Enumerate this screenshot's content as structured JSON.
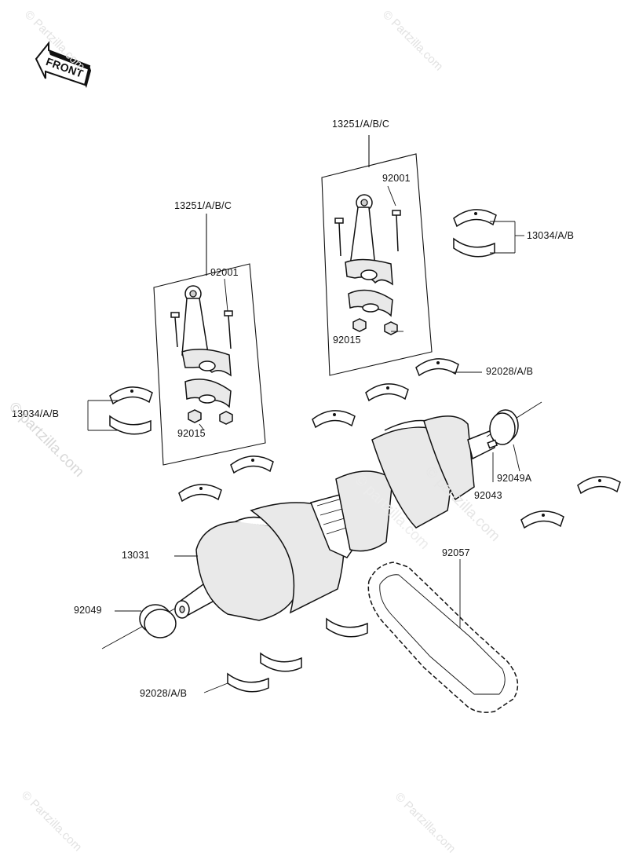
{
  "front_label": "FRONT",
  "watermarks": {
    "left": "© partzilla.com",
    "right": "© partzilla.com",
    "mid": "© partzilla.com",
    "top_left": "© Partzilla.com",
    "top_right": "© Partzilla.com",
    "bottom_left": "© Partzilla.com",
    "bottom_right": "© Partzilla.com"
  },
  "labels": {
    "conrod_set_right": "13251/A/B/C",
    "conrod_set_left": "13251/A/B/C",
    "bolt_right": "92001",
    "bolt_left": "92001",
    "nut_right": "92015",
    "nut_left": "92015",
    "bearing_13034_right": "13034/A/B",
    "bearing_13034_left": "13034/A/B",
    "bearing_92028_upper": "92028/A/B",
    "bearing_92028_lower": "92028/A/B",
    "oil_seal_right": "92049A",
    "oil_seal_left": "92049",
    "pin": "92043",
    "crankshaft": "13031",
    "chain": "92057"
  }
}
